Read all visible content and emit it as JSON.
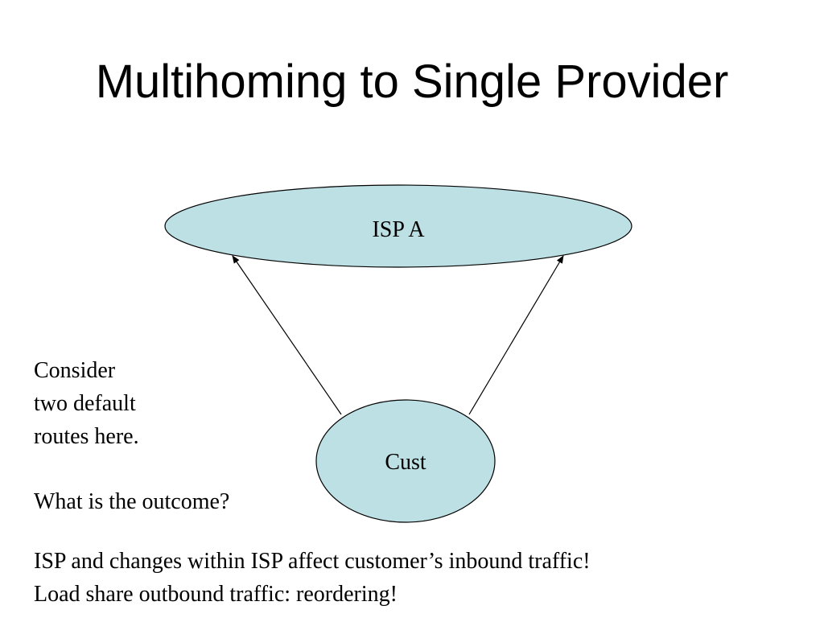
{
  "slide": {
    "title": "Multihoming to Single Provider"
  },
  "diagram": {
    "isp_label": "ISP A",
    "cust_label": "Cust",
    "node_fill": "#bde0e5",
    "stroke_color": "#000000"
  },
  "notes": {
    "consider_lines": [
      "Consider",
      "two default",
      "routes here."
    ],
    "question": "What is the outcome?",
    "conclusions": [
      "ISP and changes within ISP affect customer’s inbound traffic!",
      "Load share outbound traffic: reordering!"
    ]
  }
}
